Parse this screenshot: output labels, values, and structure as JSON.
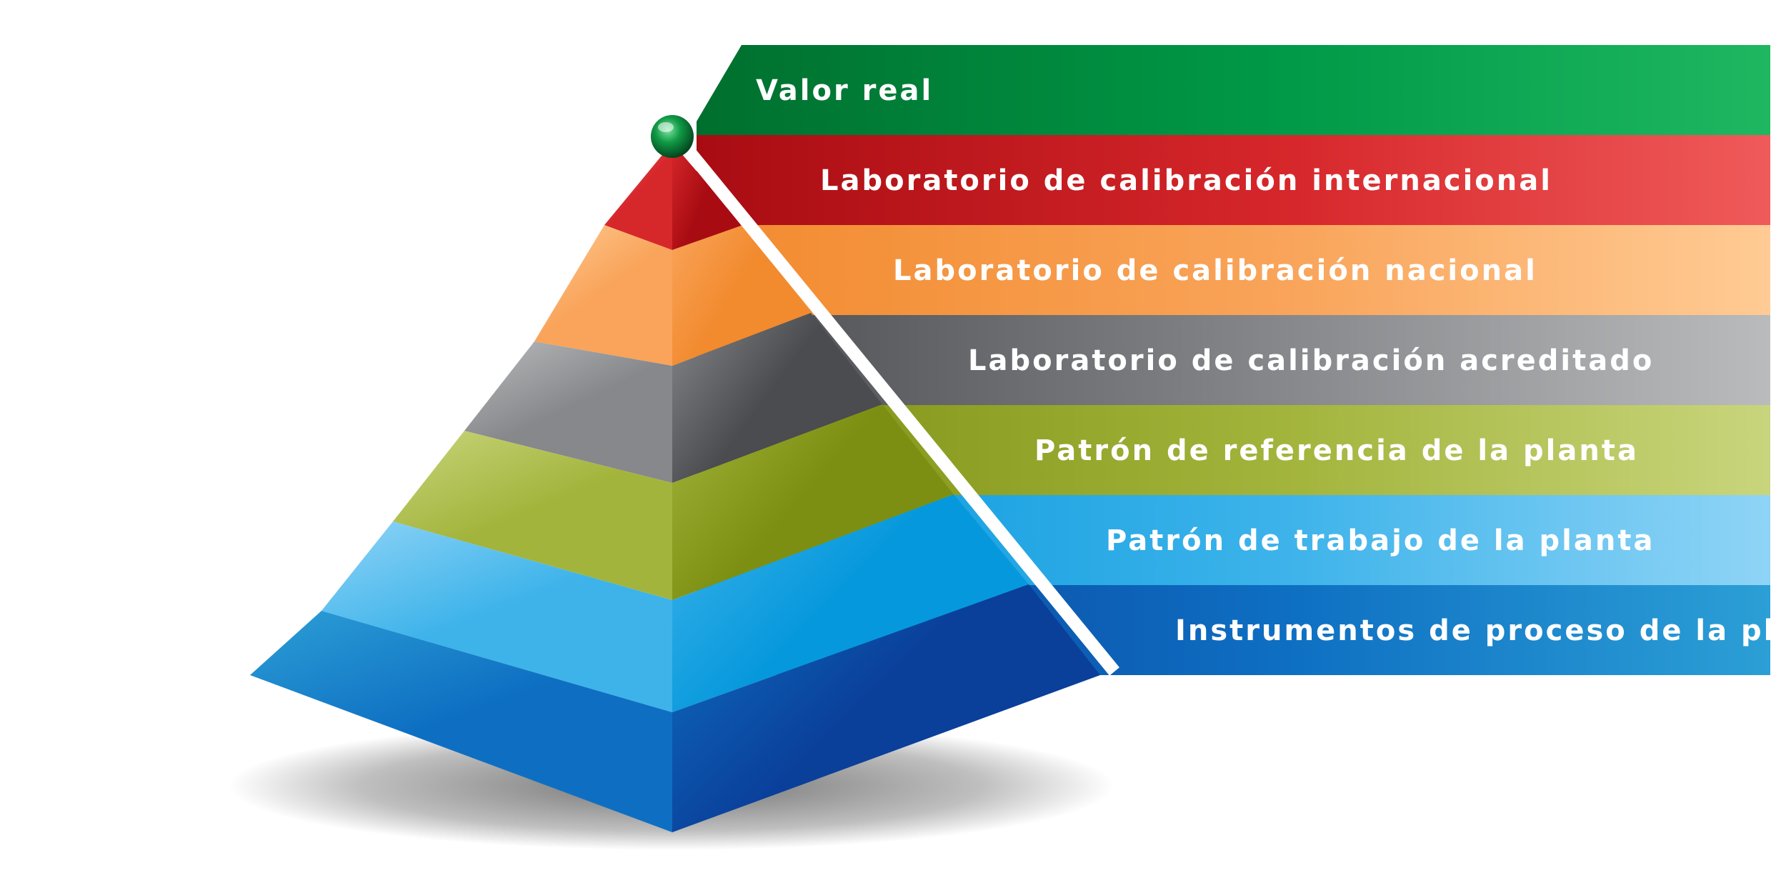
{
  "levels": [
    {
      "label": "Valor real",
      "color": "#009a48",
      "light": "#1fb760",
      "dark": "#006f2e"
    },
    {
      "label": "Laboratorio de calibración internacional",
      "color": "#d6272b",
      "light": "#f05a5a",
      "dark": "#a80c12"
    },
    {
      "label": "Laboratorio de calibración nacional",
      "color": "#f9a45a",
      "light": "#ffcb94",
      "dark": "#f28a2e"
    },
    {
      "label": "Laboratorio de calibración acreditado",
      "color": "#86888b",
      "light": "#b9bbbd",
      "dark": "#4a4c4f"
    },
    {
      "label": "Patrón de referencia de la planta",
      "color": "#a3b43c",
      "light": "#c9d57c",
      "dark": "#7d8f12"
    },
    {
      "label": "Patrón de trabajo de la planta",
      "color": "#3db3ea",
      "light": "#8fd4f6",
      "dark": "#0698dc"
    },
    {
      "label": "Instrumentos de proceso de la planta",
      "color": "#0e6fc2",
      "light": "#2c9fd6",
      "dark": "#0a3f9a"
    }
  ],
  "apex_ball_color": "#0a8a3c"
}
